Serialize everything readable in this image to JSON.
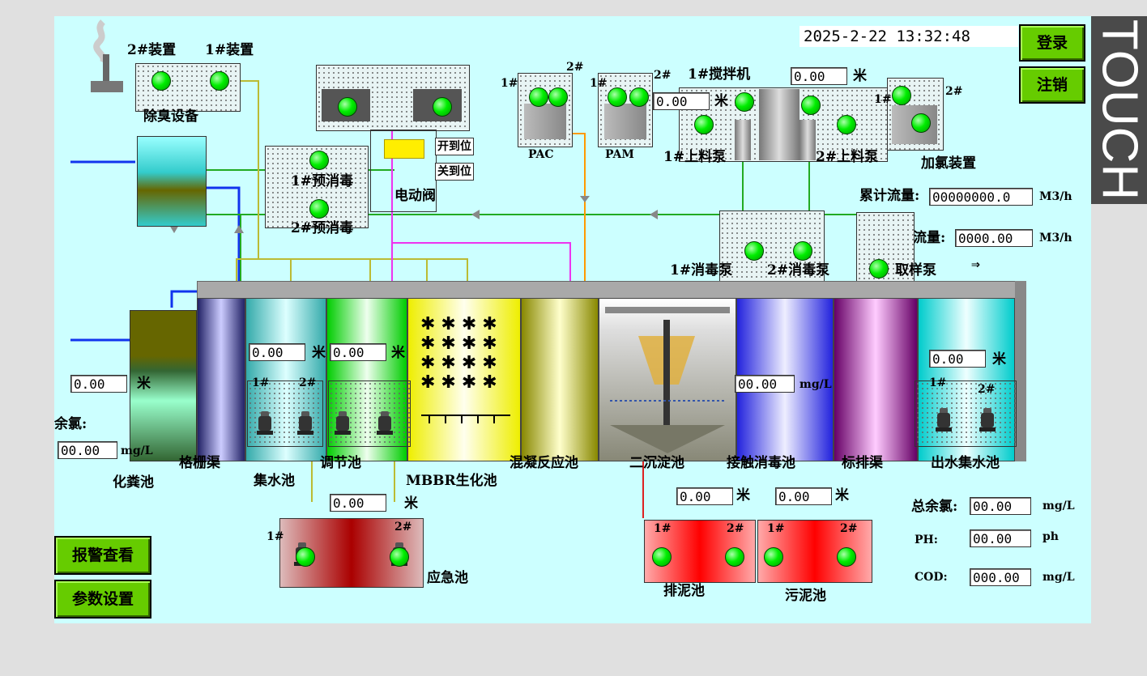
{
  "header": {
    "datetime": "2025-2-22  13:32:48",
    "login_label": "登录",
    "logout_label": "注销",
    "brand": "TOUCH"
  },
  "footer": {
    "alarm_label": "报警查看",
    "params_label": "参数设置"
  },
  "deodor": {
    "device2": "2#装置",
    "device1": "1#装置",
    "title": "除臭设备"
  },
  "predisinfect": {
    "pump1": "1#预消毒",
    "pump2": "2#预消毒"
  },
  "valve": {
    "title": "电动阀",
    "open": "开到位",
    "close": "关到位"
  },
  "pac": {
    "title": "PAC",
    "n1": "1#",
    "n2": "2#"
  },
  "pam": {
    "title": "PAM",
    "n1": "1#",
    "n2": "2#"
  },
  "feed": {
    "mixer": "1#搅拌机",
    "level1": "0.00",
    "level1_unit": "米",
    "level2": "0.00",
    "level2_unit": "米",
    "pump1": "1#上料泵",
    "pump2": "2#上料泵"
  },
  "chlorine": {
    "title": "加氯装置",
    "n1": "1#",
    "n2": "2#"
  },
  "flow": {
    "total_label": "累计流量:",
    "total_value": "00000000.0",
    "total_unit": "M3/h",
    "rate_label": "流量:",
    "rate_value": "0000.00",
    "rate_unit": "M3/h"
  },
  "disinfect_pumps": {
    "pump1": "1#消毒泵",
    "pump2": "2#消毒泵"
  },
  "sampling": {
    "title": "取样泵"
  },
  "tanks": {
    "septic": {
      "name": "化粪池",
      "level": "0.00",
      "unit": "米"
    },
    "residual": {
      "label": "余氯:",
      "value": "00.00",
      "unit": "mg/L"
    },
    "screen": {
      "name": "格栅渠"
    },
    "collect": {
      "name": "集水池",
      "level": "0.00",
      "unit": "米",
      "n1": "1#",
      "n2": "2#"
    },
    "adjust": {
      "name": "调节池",
      "level": "0.00",
      "unit": "米"
    },
    "mbbr": {
      "name": "MBBR生化池"
    },
    "coag": {
      "name": "混凝反应池"
    },
    "settle": {
      "name": "二沉淀池"
    },
    "contact": {
      "name": "接触消毒池",
      "value": "00.00",
      "unit": "mg/L"
    },
    "std": {
      "name": "标排渠"
    },
    "outlet": {
      "name": "出水集水池",
      "level": "0.00",
      "unit": "米",
      "n1": "1#",
      "n2": "2#"
    }
  },
  "emergency": {
    "name": "应急池",
    "level": "0.00",
    "unit": "米",
    "n1": "1#",
    "n2": "2#"
  },
  "sludge_drain": {
    "name": "排泥池",
    "level": "0.00",
    "unit": "米",
    "n1": "1#",
    "n2": "2#"
  },
  "sludge": {
    "name": "污泥池",
    "level": "0.00",
    "unit": "米",
    "n1": "1#",
    "n2": "2#"
  },
  "quality": {
    "cl_label": "总余氯:",
    "cl_value": "00.00",
    "cl_unit": "mg/L",
    "ph_label": "PH:",
    "ph_value": "00.00",
    "ph_unit": "ph",
    "cod_label": "COD:",
    "cod_value": "000.00",
    "cod_unit": "mg/L"
  }
}
